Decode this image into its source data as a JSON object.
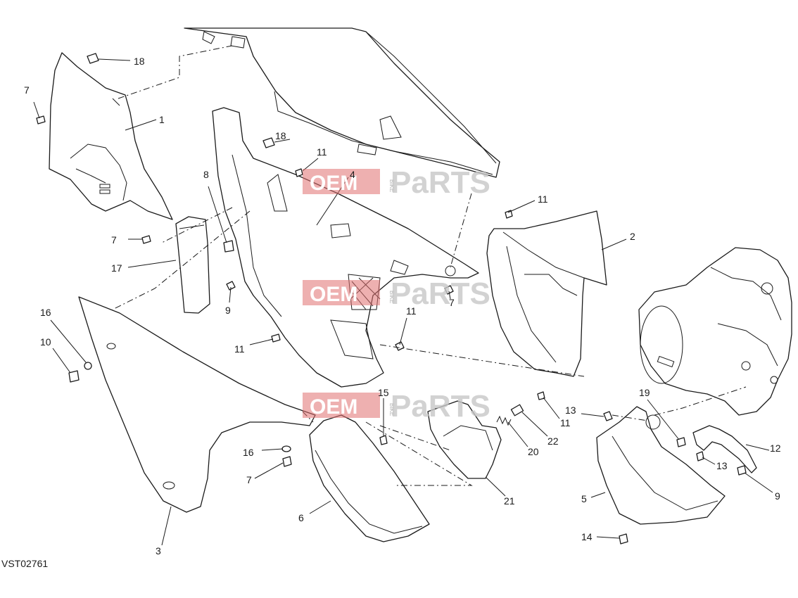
{
  "diagram": {
    "code": "VST02761",
    "watermark": {
      "oem": "OEM",
      "bike": "BIKE",
      "parts": "PaRTS"
    },
    "callouts": [
      {
        "id": "c18a",
        "label": "18"
      },
      {
        "id": "c7a",
        "label": "7"
      },
      {
        "id": "c1",
        "label": "1"
      },
      {
        "id": "c7b",
        "label": "7"
      },
      {
        "id": "c17",
        "label": "17"
      },
      {
        "id": "c8",
        "label": "8"
      },
      {
        "id": "c9a",
        "label": "9"
      },
      {
        "id": "c18b",
        "label": "18"
      },
      {
        "id": "c11a",
        "label": "11"
      },
      {
        "id": "c4",
        "label": "4"
      },
      {
        "id": "c11b",
        "label": "11"
      },
      {
        "id": "c2",
        "label": "2"
      },
      {
        "id": "c7c",
        "label": "7"
      },
      {
        "id": "c11c",
        "label": "11"
      },
      {
        "id": "c11d",
        "label": "11"
      },
      {
        "id": "c16a",
        "label": "16"
      },
      {
        "id": "c10",
        "label": "10"
      },
      {
        "id": "c15",
        "label": "15"
      },
      {
        "id": "c11e",
        "label": "11"
      },
      {
        "id": "c13a",
        "label": "13"
      },
      {
        "id": "c19",
        "label": "19"
      },
      {
        "id": "c22",
        "label": "22"
      },
      {
        "id": "c20",
        "label": "20"
      },
      {
        "id": "c12",
        "label": "12"
      },
      {
        "id": "c16b",
        "label": "16"
      },
      {
        "id": "c13b",
        "label": "13"
      },
      {
        "id": "c7d",
        "label": "7"
      },
      {
        "id": "c21",
        "label": "21"
      },
      {
        "id": "c5",
        "label": "5"
      },
      {
        "id": "c9b",
        "label": "9"
      },
      {
        "id": "c6",
        "label": "6"
      },
      {
        "id": "c3",
        "label": "3"
      },
      {
        "id": "c14",
        "label": "14"
      }
    ]
  }
}
